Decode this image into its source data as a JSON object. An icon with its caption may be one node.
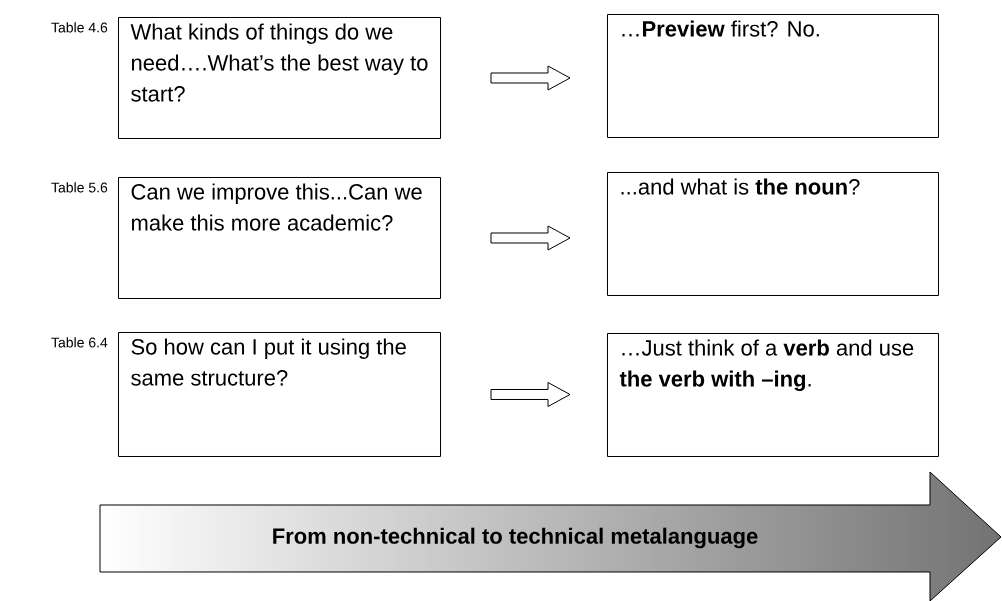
{
  "diagram": {
    "nodes": [
      {
        "text": [
          "What kinds of things do we need….What’s the best way to start?"
        ],
        "beside": [
          "Table 4.6"
        ]
      },
      {
        "text": [
          "…**Preview** first? No."
        ]
      },
      {
        "text": [
          "Can we improve this...Can we make this more academic?"
        ],
        "beside": [
          "Table 5.6"
        ]
      },
      {
        "text": [
          "...and what is **the noun**?"
        ]
      },
      {
        "text": [
          "So how can I put it using the same structure?"
        ],
        "beside": [
          "Table 6.4"
        ]
      },
      {
        "text": [
          "…Just think of a **verb** and use **the verb with –ing**."
        ]
      },
      {
        "text": [
          "From non-technical to technical metalanguage"
        ]
      }
    ],
    "edges": [
      {
        "from": 0,
        "to": 1,
        "arrow": "to"
      },
      {
        "from": 2,
        "to": 3,
        "arrow": "to"
      },
      {
        "from": 4,
        "to": 5,
        "arrow": "to"
      }
    ]
  }
}
